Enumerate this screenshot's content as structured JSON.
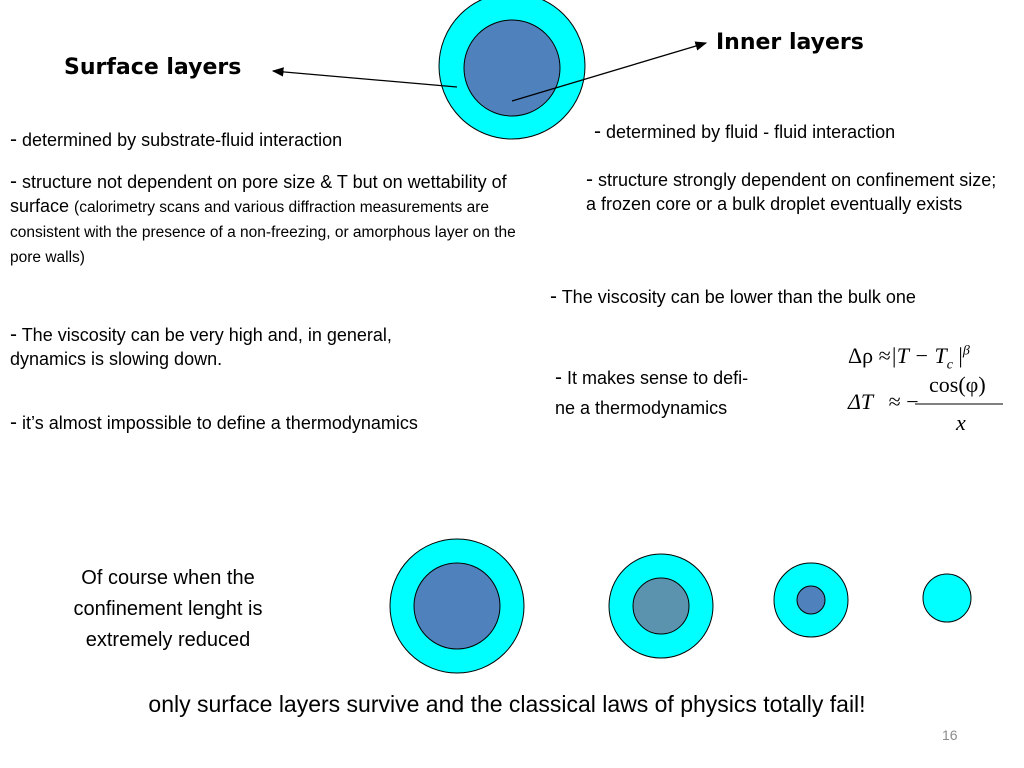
{
  "labels": {
    "surface_layers": "Surface layers",
    "inner_layers": "Inner layers"
  },
  "left": {
    "item1": "determined by substrate-fluid interaction",
    "item2_main": "structure not dependent on pore size & T but on wettability of surface",
    "item2_note": "(calorimetry scans and various diffraction measurements are consistent with the presence of a non-freezing, or amorphous layer on the pore walls)",
    "item3": "The viscosity can be very high and, in general, dynamics is slowing down.",
    "item4": "it’s almost impossible to define a thermodynamics"
  },
  "right": {
    "item1": "determined by fluid - fluid interaction",
    "item2": "structure strongly dependent on confinement size; a frozen core or a bulk droplet eventually exists",
    "item3": "The viscosity can be lower than the bulk one",
    "item4_line1": "It makes sense to defi-",
    "item4_line2": "ne a thermodynamics"
  },
  "bullet": "-",
  "formulas": {
    "f1": {
      "lhs": "Δρ",
      "rel": "≈",
      "rhs": "|T − T",
      "sub": "c",
      "bar": "|",
      "sup": "β"
    },
    "f2": {
      "lhs": "ΔT",
      "rel": "≈ −",
      "num": "cos(φ)",
      "den": "x"
    }
  },
  "caption": "Of course when the confinement lenght  is extremely reduced",
  "conclusion": "only surface layers survive and the classical laws of physics totally fail!",
  "page_number": "16",
  "colors": {
    "outer": "#00FFFF",
    "core": "#4F81BD",
    "core_small": "#5B93AE",
    "stroke": "#000000"
  }
}
